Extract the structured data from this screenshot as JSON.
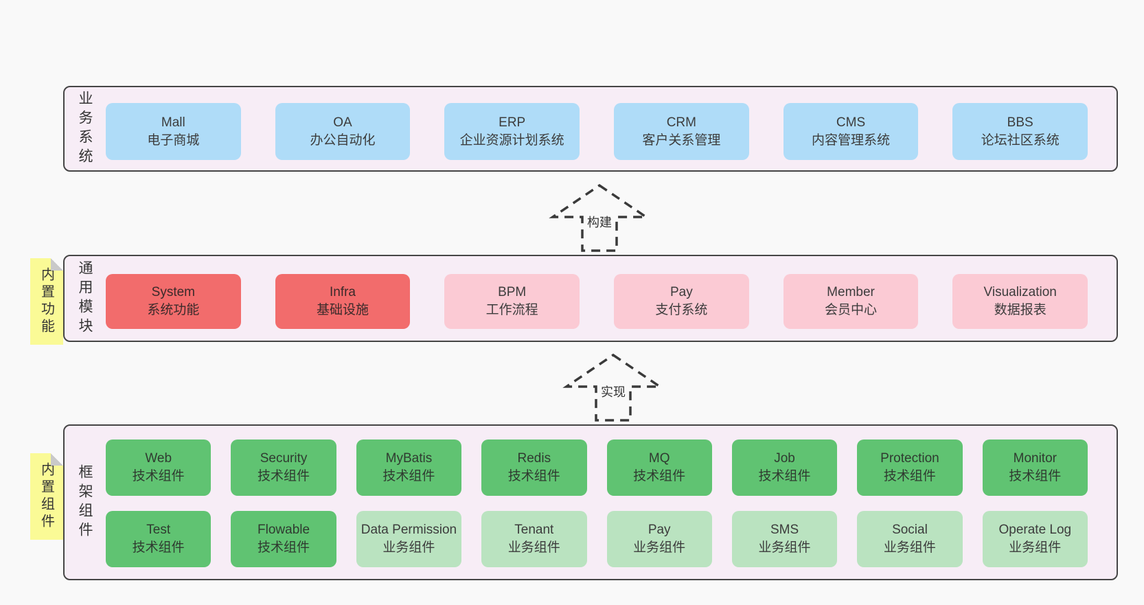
{
  "colors": {
    "page_background": "#f9f9f9",
    "layer_fill": "#f7edf6",
    "layer_border": "#454545",
    "business_box": "#afdcf8",
    "core_module_box": "#f26c6c",
    "ext_module_box": "#fbcad4",
    "tech_component_box": "#60c372",
    "biz_component_box": "#bae3c0",
    "sticky_note": "#fafa96",
    "sticky_fold": "#c9c9c9",
    "text": "#3c3c3c"
  },
  "arrows": [
    {
      "label": "构建"
    },
    {
      "label": "实现"
    }
  ],
  "layers": [
    {
      "label": "业务系统",
      "boxes": [
        {
          "name": "Mall",
          "desc": "电子商城"
        },
        {
          "name": "OA",
          "desc": "办公自动化"
        },
        {
          "name": "ERP",
          "desc": "企业资源计划系统"
        },
        {
          "name": "CRM",
          "desc": "客户关系管理"
        },
        {
          "name": "CMS",
          "desc": "内容管理系统"
        },
        {
          "name": "BBS",
          "desc": "论坛社区系统"
        }
      ]
    },
    {
      "label": "通用模块",
      "sticky": "内置功能",
      "boxes": [
        {
          "name": "System",
          "desc": "系统功能"
        },
        {
          "name": "Infra",
          "desc": "基础设施"
        },
        {
          "name": "BPM",
          "desc": "工作流程"
        },
        {
          "name": "Pay",
          "desc": "支付系统"
        },
        {
          "name": "Member",
          "desc": "会员中心"
        },
        {
          "name": "Visualization",
          "desc": "数据报表"
        }
      ]
    },
    {
      "label": "框架组件",
      "sticky": "内置组件",
      "rows": [
        [
          {
            "name": "Web",
            "desc": "技术组件"
          },
          {
            "name": "Security",
            "desc": "技术组件"
          },
          {
            "name": "MyBatis",
            "desc": "技术组件"
          },
          {
            "name": "Redis",
            "desc": "技术组件"
          },
          {
            "name": "MQ",
            "desc": "技术组件"
          },
          {
            "name": "Job",
            "desc": "技术组件"
          },
          {
            "name": "Protection",
            "desc": "技术组件"
          },
          {
            "name": "Monitor",
            "desc": "技术组件"
          }
        ],
        [
          {
            "name": "Test",
            "desc": "技术组件"
          },
          {
            "name": "Flowable",
            "desc": "技术组件"
          },
          {
            "name": "Data Permission",
            "desc": "业务组件"
          },
          {
            "name": "Tenant",
            "desc": "业务组件"
          },
          {
            "name": "Pay",
            "desc": "业务组件"
          },
          {
            "name": "SMS",
            "desc": "业务组件"
          },
          {
            "name": "Social",
            "desc": "业务组件"
          },
          {
            "name": "Operate Log",
            "desc": "业务组件"
          }
        ]
      ]
    }
  ]
}
